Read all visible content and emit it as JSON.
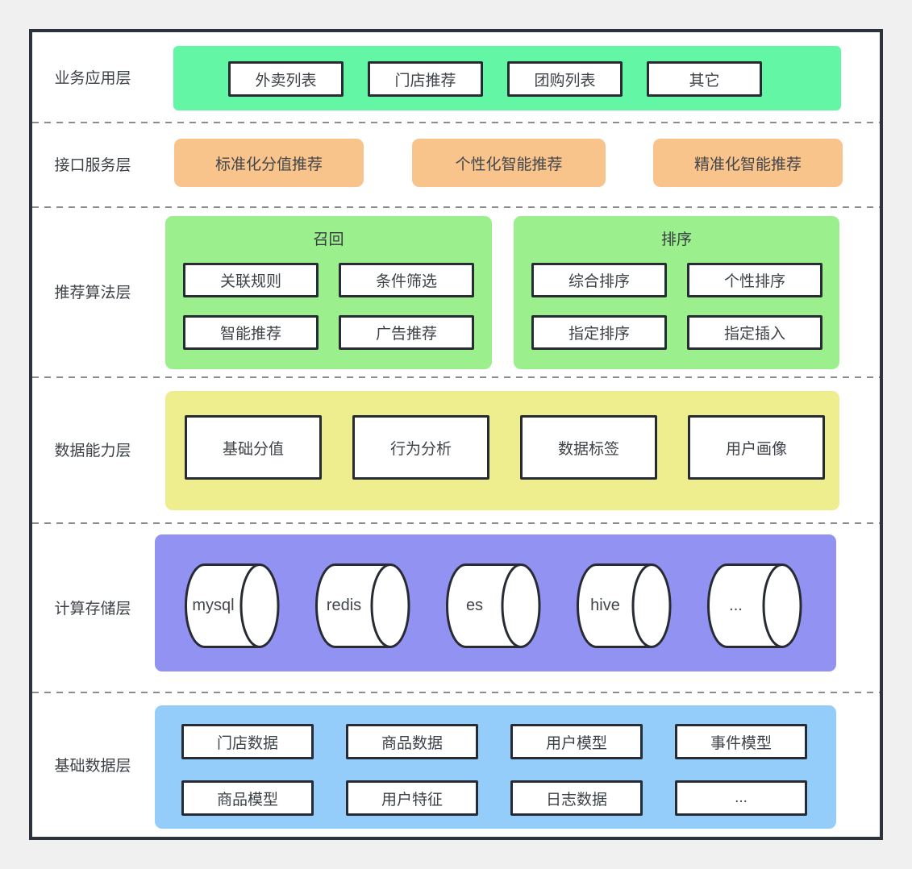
{
  "layers": [
    {
      "label": "业务应用层",
      "color": "#63f6a5",
      "items": [
        "外卖列表",
        "门店推荐",
        "团购列表",
        "其它"
      ]
    },
    {
      "label": "接口服务层",
      "color": "#f9c48c",
      "items": [
        "标准化分值推荐",
        "个性化智能推荐",
        "精准化智能推荐"
      ]
    },
    {
      "label": "推荐算法层",
      "color": "#9bf08d",
      "groups": [
        {
          "title": "召回",
          "items": [
            "关联规则",
            "条件筛选",
            "智能推荐",
            "广告推荐"
          ]
        },
        {
          "title": "排序",
          "items": [
            "综合排序",
            "个性排序",
            "指定排序",
            "指定插入"
          ]
        }
      ]
    },
    {
      "label": "数据能力层",
      "color": "#eeee8f",
      "items": [
        "基础分值",
        "行为分析",
        "数据标签",
        "用户画像"
      ]
    },
    {
      "label": "计算存储层",
      "color": "#9292f3",
      "items": [
        "mysql",
        "redis",
        "es",
        "hive",
        "..."
      ]
    },
    {
      "label": "基础数据层",
      "color": "#94ccfa",
      "items": [
        "门店数据",
        "商品数据",
        "用户模型",
        "事件模型",
        "商品模型",
        "用户特征",
        "日志数据",
        "..."
      ]
    }
  ]
}
